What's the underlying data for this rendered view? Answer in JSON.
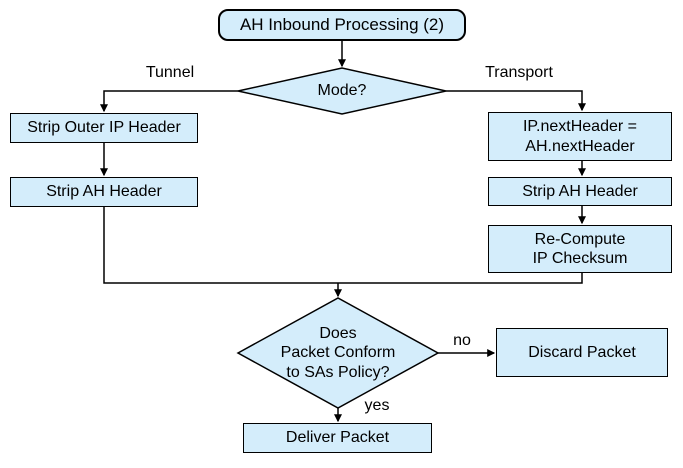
{
  "diagram": {
    "type": "flowchart",
    "background": "#ffffff",
    "node_fill": "#d4edfb",
    "node_border": "#000000",
    "line_color": "#000000",
    "nodes": {
      "start": {
        "label": "AH Inbound Processing (2)",
        "shape": "rounded-rect"
      },
      "mode": {
        "label": "Mode?",
        "shape": "diamond"
      },
      "strip_outer_ip": {
        "label": "Strip Outer IP Header",
        "shape": "rect"
      },
      "strip_ah_tunnel": {
        "label": "Strip AH Header",
        "shape": "rect"
      },
      "ip_next_header": {
        "label": "IP.nextHeader =\nAH.nextHeader",
        "shape": "rect"
      },
      "strip_ah_transport": {
        "label": "Strip AH Header",
        "shape": "rect"
      },
      "recompute_checksum": {
        "label": "Re-Compute\nIP Checksum",
        "shape": "rect"
      },
      "policy_check": {
        "label": "Does\nPacket Conform\nto SAs Policy?",
        "shape": "diamond"
      },
      "discard": {
        "label": "Discard Packet",
        "shape": "rect"
      },
      "deliver": {
        "label": "Deliver Packet",
        "shape": "rect"
      }
    },
    "edge_labels": {
      "tunnel": "Tunnel",
      "transport": "Transport",
      "no": "no",
      "yes": "yes"
    }
  }
}
